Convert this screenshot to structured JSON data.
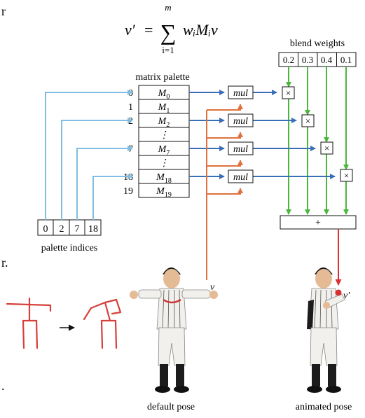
{
  "formula": {
    "lhs": "v′",
    "equals": "=",
    "sum_upper": "m",
    "sum_lower": "i=1",
    "sum_symbol": "∑",
    "rhs": "wᵢMᵢv"
  },
  "blend_weights": {
    "title": "blend weights",
    "values": [
      "0.2",
      "0.3",
      "0.4",
      "0.1"
    ]
  },
  "matrix_palette": {
    "title": "matrix palette",
    "rows": [
      {
        "index": "0",
        "label": "M",
        "sub": "0"
      },
      {
        "index": "1",
        "label": "M",
        "sub": "1"
      },
      {
        "index": "2",
        "label": "M",
        "sub": "2"
      },
      {
        "index": "",
        "label": "⋮",
        "sub": ""
      },
      {
        "index": "7",
        "label": "M",
        "sub": "7"
      },
      {
        "index": "",
        "label": "⋮",
        "sub": ""
      },
      {
        "index": "18",
        "label": "M",
        "sub": "18"
      },
      {
        "index": "19",
        "label": "M",
        "sub": "19"
      }
    ]
  },
  "palette_indices": {
    "label": "palette indices",
    "values": [
      "0",
      "2",
      "7",
      "18"
    ]
  },
  "operators": {
    "mul": "mul",
    "times": "×",
    "plus": "+"
  },
  "figures": {
    "default_label": "default pose",
    "animated_label": "animated pose",
    "vertex_default": "v",
    "vertex_animated": "v′"
  },
  "edge_text": {
    "t1": "r",
    "t2": "r.",
    "t3": "."
  },
  "colors": {
    "blue": "#3a6fb8",
    "light_blue": "#7fbde3",
    "orange": "#e0713f",
    "green": "#49b83a",
    "red": "#d93030",
    "stick_red": "#d6403a"
  }
}
